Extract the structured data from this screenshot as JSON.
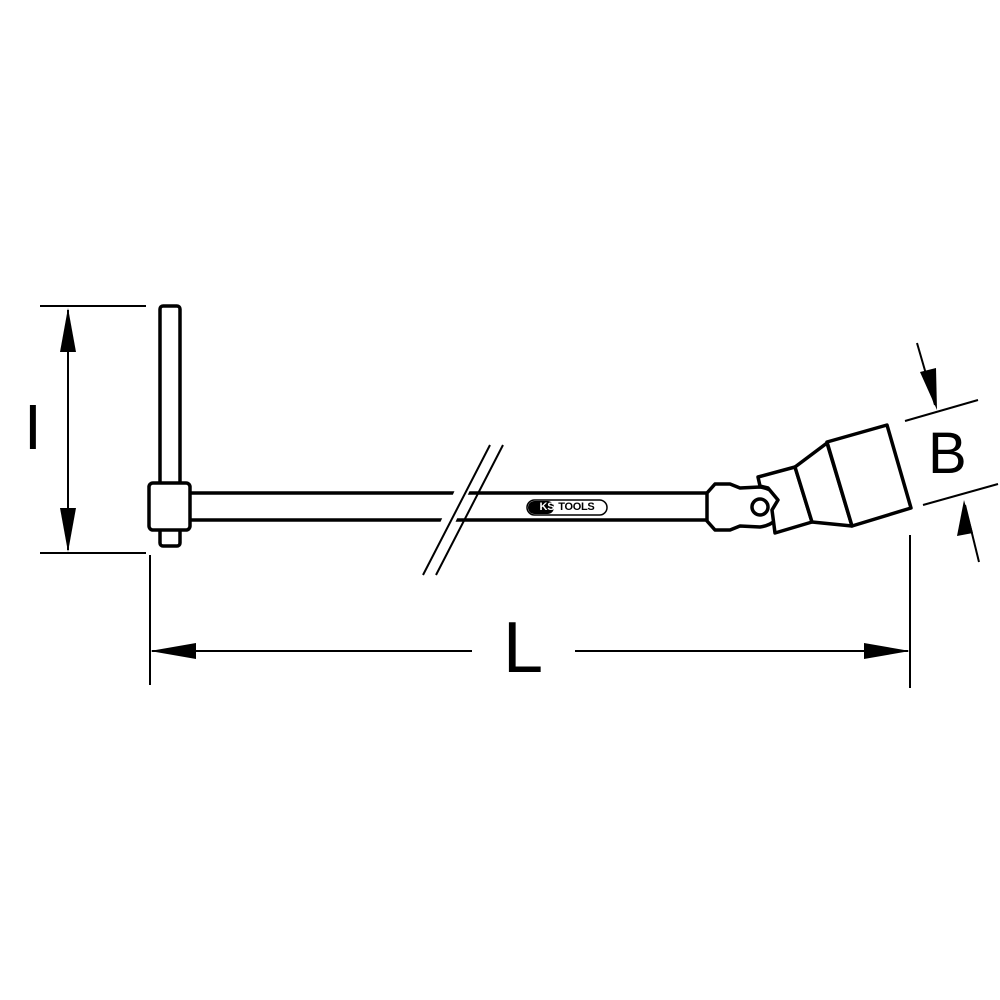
{
  "dimensions": {
    "height_label": "I",
    "length_label": "L",
    "width_label": "B"
  },
  "brand": {
    "logo_text": "KS TOOLS"
  },
  "colors": {
    "line": "#000000",
    "background": "#ffffff"
  }
}
